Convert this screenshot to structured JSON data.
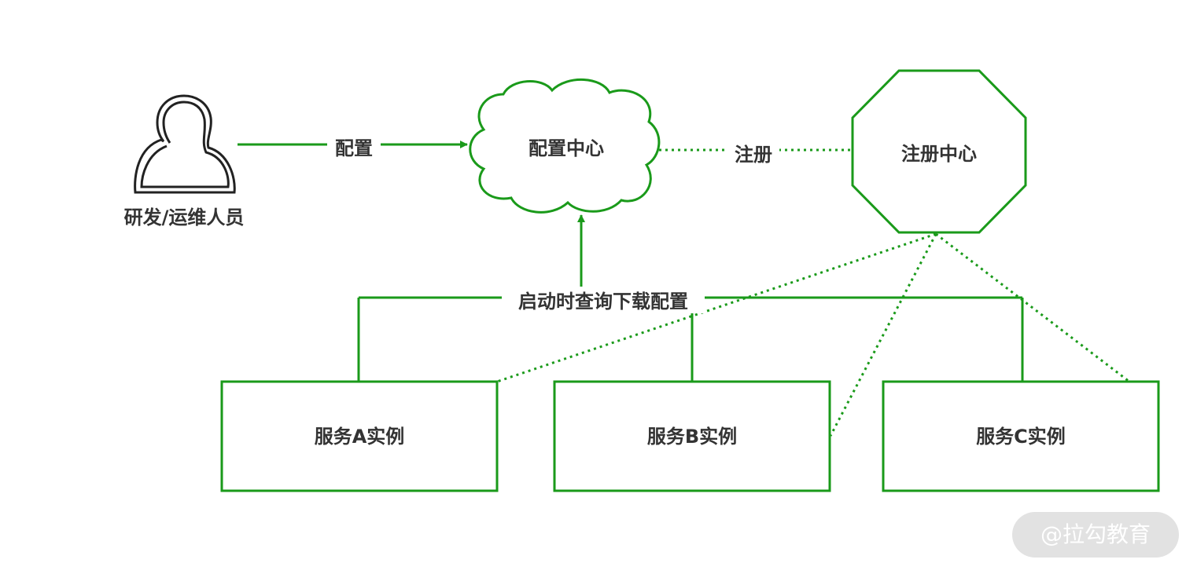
{
  "colors": {
    "stroke": "#1a9a1a",
    "label": "#333333",
    "watermark_bg": "#e2e2e2",
    "watermark_text": "#ffffff"
  },
  "nodes": {
    "person": {
      "label": "研发/运维人员",
      "icon": "person-icon"
    },
    "config_center": {
      "label": "配置中心",
      "shape": "cloud"
    },
    "registry_center": {
      "label": "注册中心",
      "shape": "octagon"
    },
    "service_a": {
      "label": "服务A实例"
    },
    "service_b": {
      "label": "服务B实例"
    },
    "service_c": {
      "label": "服务C实例"
    }
  },
  "edges": {
    "configure": {
      "label": "配置",
      "style": "solid-arrow"
    },
    "register": {
      "label": "注册",
      "style": "dotted"
    },
    "startup_query": {
      "label": "启动时查询下载配置",
      "style": "solid-arrow"
    }
  },
  "watermark": {
    "text": "@拉勾教育"
  }
}
